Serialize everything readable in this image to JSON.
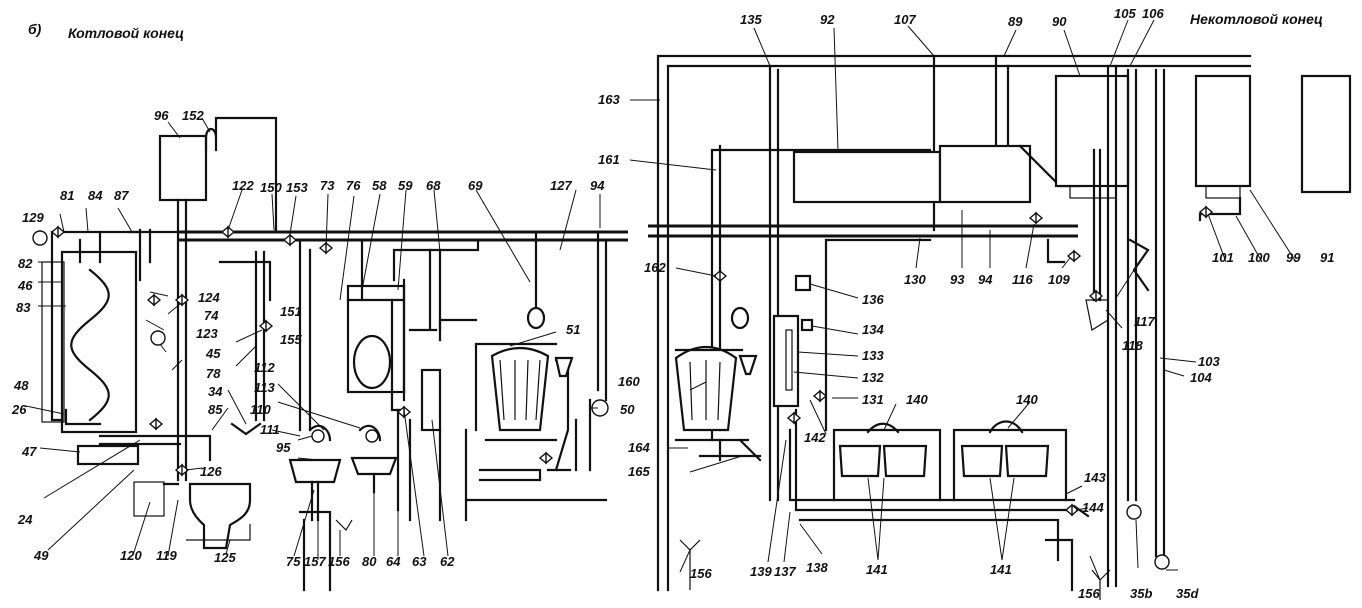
{
  "figure_letter": "б)",
  "left_title": "Котловой конец",
  "right_title": "Некотловой конец",
  "labels": {
    "n96": "96",
    "n152": "152",
    "n122": "122",
    "n150": "150",
    "n153": "153",
    "n73": "73",
    "n76": "76",
    "n58": "58",
    "n59": "59",
    "n68": "68",
    "n69": "69",
    "n127": "127",
    "n94a": "94",
    "n129": "129",
    "n81": "81",
    "n84": "84",
    "n87": "87",
    "n82": "82",
    "n46": "46",
    "n83": "83",
    "n124": "124",
    "n74": "74",
    "n123": "123",
    "n45": "45",
    "n78": "78",
    "n151": "151",
    "n155": "155",
    "n48": "48",
    "n34": "34",
    "n85": "85",
    "n26": "26",
    "n47": "47",
    "n112": "112",
    "n113": "113",
    "n110": "110",
    "n111": "111",
    "n95": "95",
    "n126": "126",
    "n24": "24",
    "n49": "49",
    "n120": "120",
    "n119": "119",
    "n125": "125",
    "n75": "75",
    "n157": "157",
    "n156a": "156",
    "n80": "80",
    "n64": "64",
    "n63": "63",
    "n62": "62",
    "n51": "51",
    "n50": "50",
    "n135": "135",
    "n92": "92",
    "n107": "107",
    "n89": "89",
    "n90": "90",
    "n105": "105",
    "n106": "106",
    "n163": "163",
    "n161": "161",
    "n162": "162",
    "n136": "136",
    "n130": "130",
    "n93": "93",
    "n94b": "94",
    "n116": "116",
    "n109": "109",
    "n101": "101",
    "n100": "100",
    "n99": "99",
    "n91": "91",
    "n134": "134",
    "n133": "133",
    "n132": "132",
    "n117": "117",
    "n118": "118",
    "n160": "160",
    "n131": "131",
    "n140a": "140",
    "n140b": "140",
    "n142": "142",
    "n103": "103",
    "n104": "104",
    "n164": "164",
    "n165": "165",
    "n143": "143",
    "n144": "144",
    "n139": "139",
    "n137": "137",
    "n138": "138",
    "n141a": "141",
    "n141b": "141",
    "n156b": "156",
    "n156c": "156",
    "n35b": "35b",
    "n35d": "35d"
  }
}
